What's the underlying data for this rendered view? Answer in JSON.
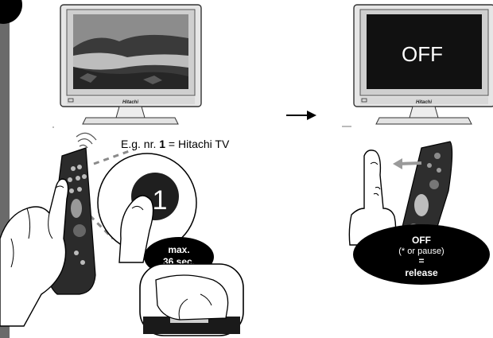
{
  "tv_left": {
    "brand": "Hitachi"
  },
  "tv_right": {
    "brand": "Hitachi",
    "screen_text": "OFF"
  },
  "caption": {
    "prefix": "E.g. nr. ",
    "number": "1",
    "suffix": " = Hitachi TV"
  },
  "button": {
    "label": "1"
  },
  "badge_left": {
    "line1": "max.",
    "line2": "36 sec."
  },
  "badge_right": {
    "line1": "OFF",
    "line2": "(* or pause)",
    "line3": "=",
    "line4": "release"
  },
  "colors": {
    "black": "#000000",
    "tv_frame": "#dcdcdc",
    "screen_off": "#111111",
    "arrow_grey": "#9a9a9a"
  }
}
